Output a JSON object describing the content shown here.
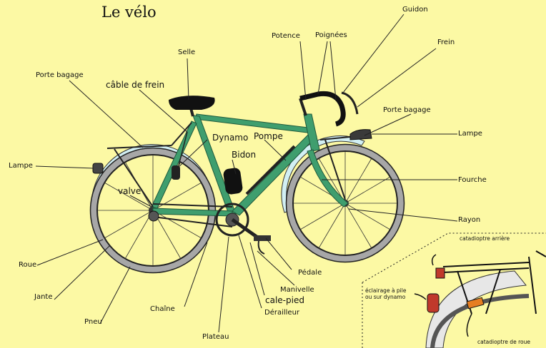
{
  "title": "Le vélo",
  "labels": {
    "guidon": "Guidon",
    "potence": "Potence",
    "poignees": "Poignées",
    "frein": "Frein",
    "selle": "Selle",
    "porte_bagage_rear": "Porte bagage",
    "cable_de_frein": "câble de frein",
    "porte_bagage_front": "Porte bagage",
    "lampe_front": "Lampe",
    "dynamo": "Dynamo",
    "pompe": "Pompe",
    "bidon": "Bidon",
    "lampe_rear": "Lampe",
    "fourche": "Fourche",
    "valve": "valve",
    "rayon": "Rayon",
    "roue": "Roue",
    "pedale": "Pédale",
    "jante": "Jante",
    "manivelle": "Manivelle",
    "cale_pied": "cale-pied",
    "chaine": "Chaîne",
    "derailleur": "Dérailleur",
    "pneu": "Pneu",
    "plateau": "Plateau"
  },
  "inset": {
    "catadioptre_arriere": "catadioptre arrière",
    "eclairage_line1": "éclairage à pile",
    "eclairage_line2": "ou sur dynamo",
    "catadioptre_de_roue": "catadioptre de roue"
  },
  "colors": {
    "background": "#fcf9a4",
    "frame": "#3f9e6e",
    "fender": "#d2f0f4",
    "tire": "#a7a7a7",
    "ink": "#111111"
  }
}
